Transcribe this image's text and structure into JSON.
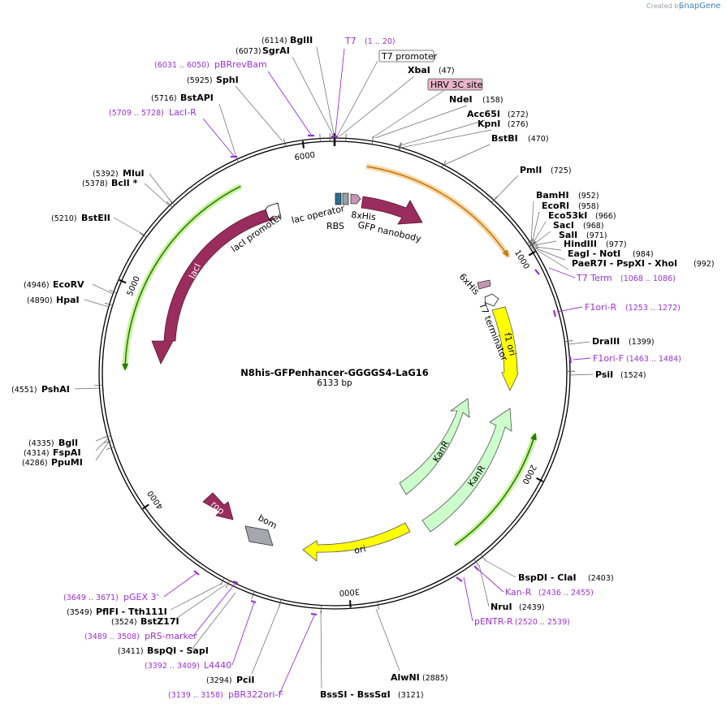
{
  "header": {
    "credit": "Created by",
    "brand": "SnapGene"
  },
  "plasmid": {
    "name": "N8his-GFPenhancer-GGGGS4-LaG16",
    "size": "6133 bp",
    "length": 6133
  },
  "ticks": [
    "1000",
    "2000",
    "3000",
    "4000",
    "5000",
    "6000"
  ],
  "sites": [
    {
      "pos": 6114,
      "name": "BglII"
    },
    {
      "pos": 6073,
      "name": "SgrAI"
    },
    {
      "pos": 5925,
      "name": "SphI"
    },
    {
      "pos": 5716,
      "name": "BstAPI"
    },
    {
      "pos": 47,
      "name": "XbaI"
    },
    {
      "pos": 158,
      "name": "NdeI"
    },
    {
      "pos": 272,
      "name": "Acc65I"
    },
    {
      "pos": 276,
      "name": "KpnI"
    },
    {
      "pos": 470,
      "name": "BstBI"
    },
    {
      "pos": 725,
      "name": "PmlI"
    },
    {
      "pos": 952,
      "name": "BamHI"
    },
    {
      "pos": 958,
      "name": "EcoRI"
    },
    {
      "pos": 966,
      "name": "Eco53kI"
    },
    {
      "pos": 968,
      "name": "SacI"
    },
    {
      "pos": 971,
      "name": "SalI"
    },
    {
      "pos": 977,
      "name": "HindIII"
    },
    {
      "pos": 984,
      "name": "EagI - NotI"
    },
    {
      "pos": 992,
      "name": "PaeR7I - PspXI - XhoI"
    },
    {
      "pos": 1399,
      "name": "DraIII"
    },
    {
      "pos": 1524,
      "name": "PsiI"
    },
    {
      "pos": 2403,
      "name": "BspDI - ClaI"
    },
    {
      "pos": 2439,
      "name": "NruI"
    },
    {
      "pos": 2885,
      "name": "AlwNI"
    },
    {
      "pos": 3121,
      "name": "BssSI - BssSαI"
    },
    {
      "pos": 3294,
      "name": "PciI"
    },
    {
      "pos": 3411,
      "name": "BspQI - SapI"
    },
    {
      "pos": 3524,
      "name": "BstZ17I"
    },
    {
      "pos": 3549,
      "name": "PflFI - Tth111I"
    },
    {
      "pos": 4286,
      "name": "PpuMI"
    },
    {
      "pos": 4314,
      "name": "FspAI"
    },
    {
      "pos": 4335,
      "name": "BglI"
    },
    {
      "pos": 4551,
      "name": "PshAI"
    },
    {
      "pos": 4890,
      "name": "HpaI"
    },
    {
      "pos": 4946,
      "name": "EcoRV"
    },
    {
      "pos": 5210,
      "name": "BstEII"
    },
    {
      "pos": 5378,
      "name": "BclI *"
    },
    {
      "pos": 5392,
      "name": "MluI"
    }
  ],
  "primers": [
    {
      "name": "T7",
      "range": "(1 .. 20)"
    },
    {
      "name": "pBRrevBam",
      "range": "(6031 .. 6050)"
    },
    {
      "name": "LacI-R",
      "range": "(5709 .. 5728)"
    },
    {
      "name": "T7 Term",
      "range": "(1068 .. 1086)"
    },
    {
      "name": "F1ori-R",
      "range": "(1253 .. 1272)"
    },
    {
      "name": "F1ori-F",
      "range": "(1463 .. 1484)"
    },
    {
      "name": "Kan-R",
      "range": "(2436 .. 2455)"
    },
    {
      "name": "pENTR-R",
      "range": "(2520 .. 2539)"
    },
    {
      "name": "pGEX 3'",
      "range": "(3649 .. 3671)"
    },
    {
      "name": "pRS-marker",
      "range": "(3489 .. 3508)"
    },
    {
      "name": "L4440",
      "range": "(3392 .. 3409)"
    },
    {
      "name": "pBR322ori-F",
      "range": "(3139 .. 3158)"
    }
  ],
  "boxed_labels": [
    {
      "name": "T7 promoter",
      "color": "#ffffff"
    },
    {
      "name": "HRV 3C site",
      "color": "#e8b4c8"
    }
  ],
  "features": {
    "lacI": "lacI",
    "lacI_promoter": "lacI promoter",
    "lac_operator": "lac operator",
    "rbs": "RBS",
    "his8": "8xHis",
    "gfp": "GFP nanobody",
    "his6": "6xHis",
    "t7_term": "T7 terminator",
    "f1_ori": "f1 ori",
    "kanr1": "KanR",
    "kanr2": "KanR",
    "ori": "ori",
    "rop": "rop",
    "bom": "bom"
  },
  "colors": {
    "gene": "#9b2c5e",
    "origin": "#ffff00",
    "kanr": "#ccffcc",
    "primer": "#9b30d9",
    "orf": "#e4a43a",
    "green_arc": "#2c7a0c",
    "bom": "#a6a6ae"
  }
}
